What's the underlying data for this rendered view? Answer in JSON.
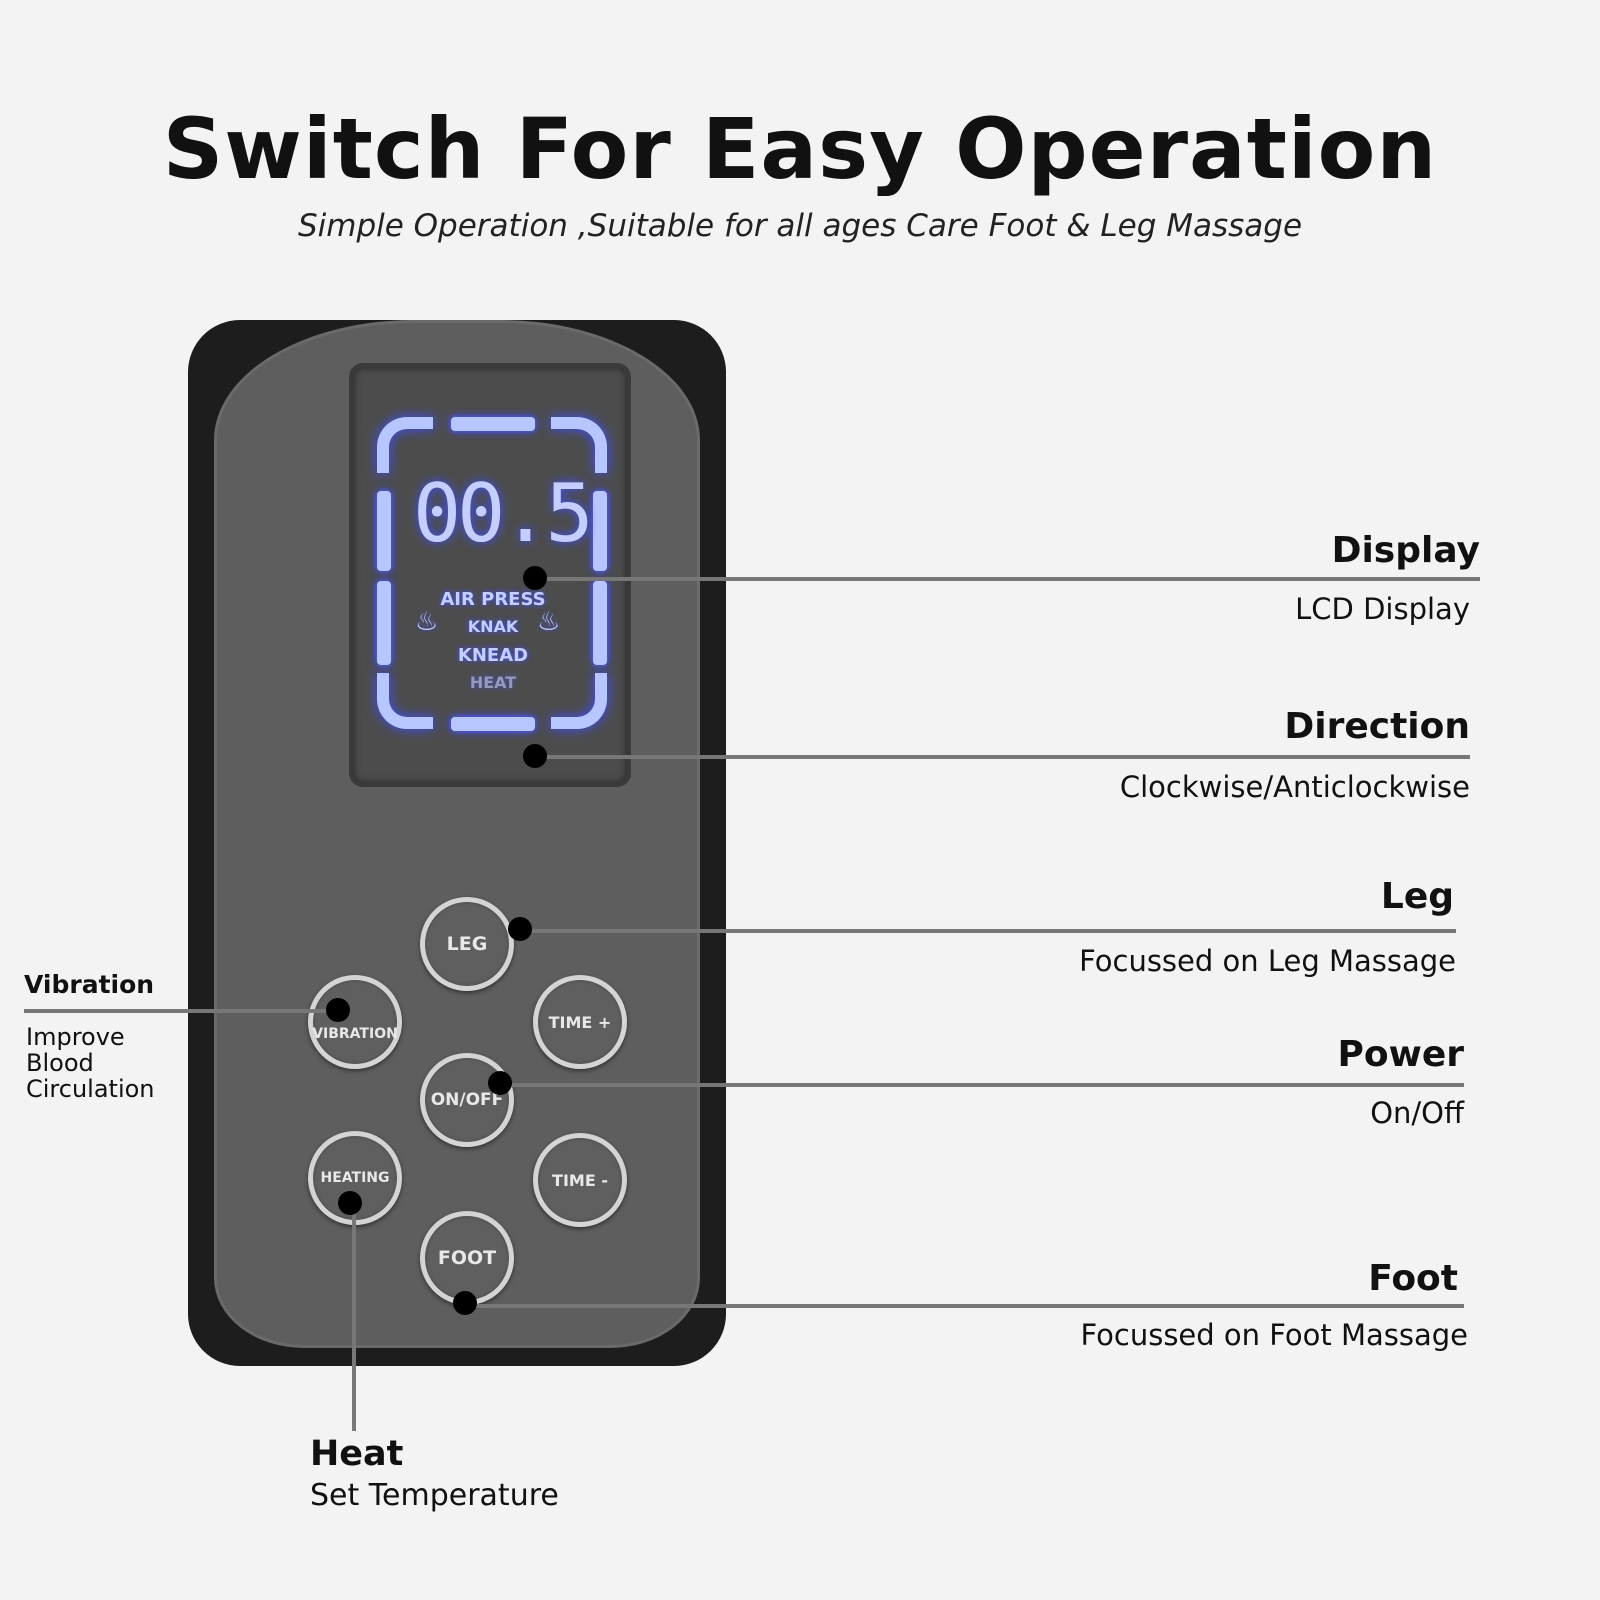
{
  "header": {
    "title": "Switch For Easy Operation",
    "subtitle": "Simple Operation ,Suitable for all ages Care Foot & Leg Massage"
  },
  "lcd": {
    "digits": "00.5",
    "modes": [
      "AIR PRESS",
      "KNAK",
      "KNEAD",
      "HEAT"
    ],
    "glow_color": "#4050ff"
  },
  "buttons": {
    "leg": "LEG",
    "vibration": "VIBRATION",
    "time_plus": "TIME +",
    "on_off": "ON/OFF",
    "heating": "HEATING",
    "time_minus": "TIME -",
    "foot": "FOOT"
  },
  "callouts": {
    "display": {
      "title": "Display",
      "desc": "LCD Display"
    },
    "direction": {
      "title": "Direction",
      "desc": "Clockwise/Anticlockwise"
    },
    "leg": {
      "title": "Leg",
      "desc": "Focussed on Leg Massage"
    },
    "power": {
      "title": "Power",
      "desc": "On/Off"
    },
    "foot": {
      "title": "Foot",
      "desc": "Focussed on Foot Massage"
    },
    "vibration": {
      "title": "Vibration",
      "desc": "Improve Blood Circulation"
    },
    "heat": {
      "title": "Heat",
      "desc": "Set Temperature"
    }
  }
}
